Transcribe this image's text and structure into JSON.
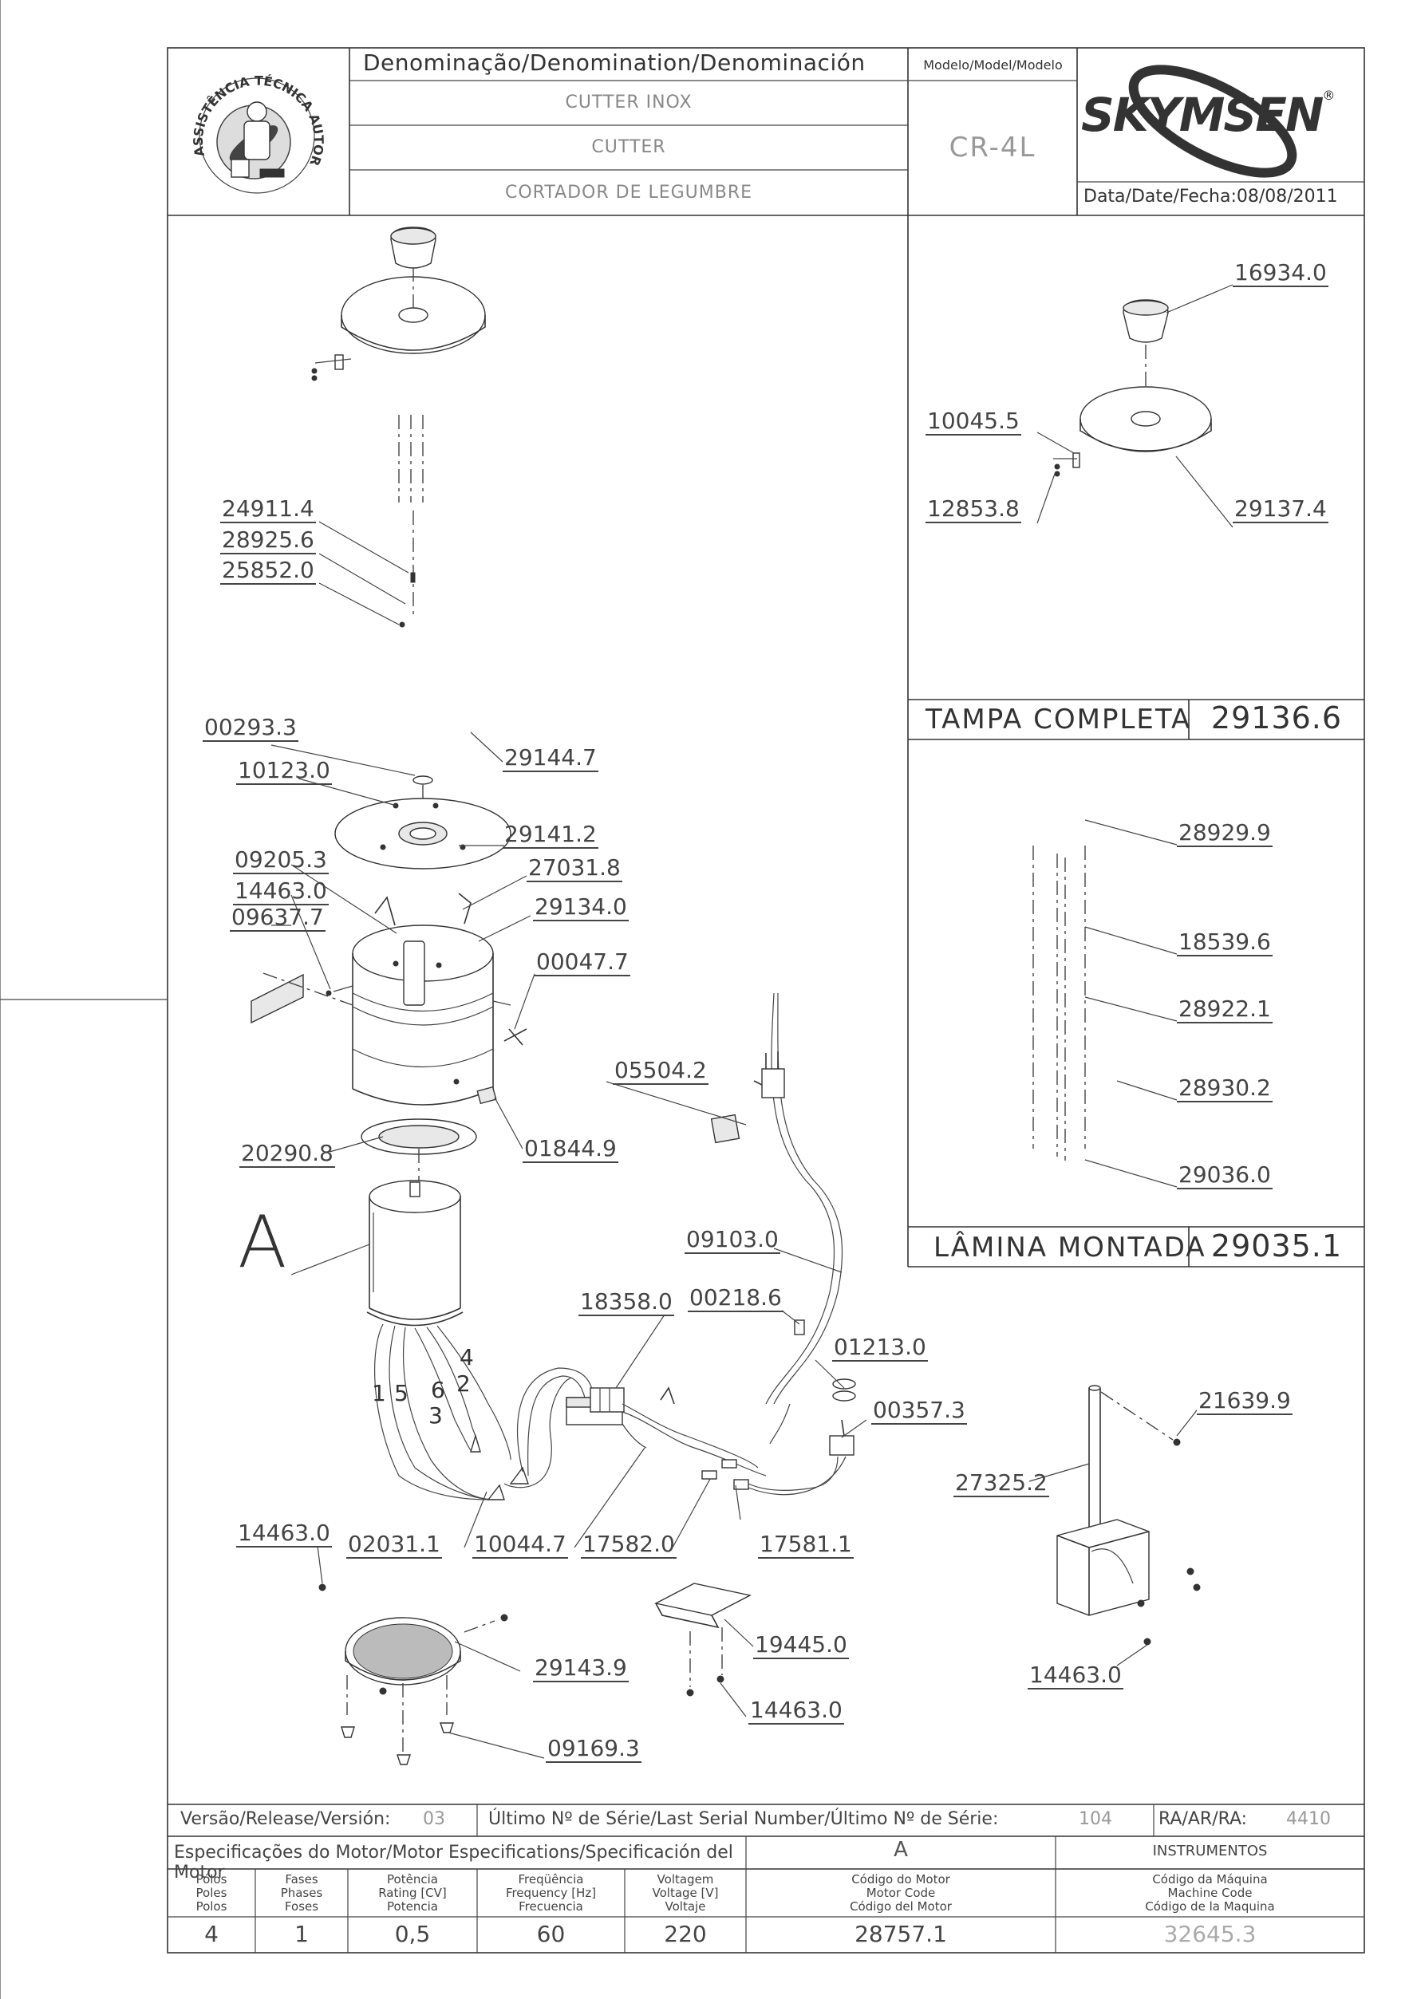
{
  "header": {
    "denomination_label": "Denominação/Denomination/Denominación",
    "name_pt": "CUTTER INOX",
    "name_en": "CUTTER",
    "name_es": "CORTADOR DE LEGUMBRE",
    "model_label": "Modelo/Model/Modelo",
    "model": "CR-4L",
    "brand": "SKYMSEN",
    "brand_mark": "®",
    "date_label": "Data/Date/Fecha:",
    "date": "08/08/2011",
    "seal_text": "ASSISTÊNCIA TÉCNICA AUTORIZADA"
  },
  "parts": {
    "p24911": "24911.4",
    "p28925": "28925.6",
    "p25852": "25852.0",
    "p00293": "00293.3",
    "p29144": "29144.7",
    "p10123": "10123.0",
    "p29141": "29141.2",
    "p09205": "09205.3",
    "p27031": "27031.8",
    "p14463a": "14463.0",
    "p29134": "29134.0",
    "p09637": "09637.7",
    "p00047": "00047.7",
    "p05504": "05504.2",
    "p01844": "01844.9",
    "p20290": "20290.8",
    "p09103": "09103.0",
    "p18358": "18358.0",
    "p00218": "00218.6",
    "p01213": "01213.0",
    "p00357": "00357.3",
    "p21639": "21639.9",
    "p27325": "27325.2",
    "p14463b": "14463.0",
    "p02031": "02031.1",
    "p10044": "10044.7",
    "p17582": "17582.0",
    "p17581": "17581.1",
    "p29143": "29143.9",
    "p19445": "19445.0",
    "p14463c": "14463.0",
    "p14463d": "14463.0",
    "p09169": "09169.3",
    "motor_letter": "A",
    "wire_nums": [
      "1",
      "5",
      "6",
      "3",
      "2",
      "4"
    ]
  },
  "lid_box": {
    "p16934": "16934.0",
    "p10045": "10045.5",
    "p12853": "12853.8",
    "p29137": "29137.4",
    "title": "TAMPA COMPLETA",
    "code": "29136.6"
  },
  "blade_box": {
    "p28929": "28929.9",
    "p18539": "18539.6",
    "p28922": "28922.1",
    "p28930": "28930.2",
    "p29036": "29036.0",
    "title": "LÂMINA MONTADA",
    "code": "29035.1"
  },
  "footer": {
    "version_label": "Versão/Release/Versión:",
    "version": "03",
    "serial_label": "Último Nº de Série/Last Serial Number/Último Nº de Série:",
    "serial": "104",
    "ra_label": "RA/AR/RA:",
    "ra": "4410",
    "motor_spec_label": "Especificações do Motor/Motor Especifications/Specificación del Motor",
    "motor_letter": "A",
    "instruments_label": "INSTRUMENTOS",
    "col_poles": [
      "Pólos",
      "Poles",
      "Polos"
    ],
    "col_phases": [
      "Fases",
      "Phases",
      "Foses"
    ],
    "col_power": [
      "Potência",
      "Rating [CV]",
      "Potencia"
    ],
    "col_freq": [
      "Freqüência",
      "Frequency [Hz]",
      "Frecuencia"
    ],
    "col_voltage": [
      "Voltagem",
      "Voltage [V]",
      "Voltaje"
    ],
    "col_motor_code": [
      "Código do Motor",
      "Motor Code",
      "Código del Motor"
    ],
    "col_machine_code": [
      "Código da Máquina",
      "Machine Code",
      "Código de la Maquina"
    ],
    "poles": "4",
    "phases": "1",
    "power": "0,5",
    "freq": "60",
    "voltage": "220",
    "motor_code": "28757.1",
    "machine_code": "32645.3"
  }
}
